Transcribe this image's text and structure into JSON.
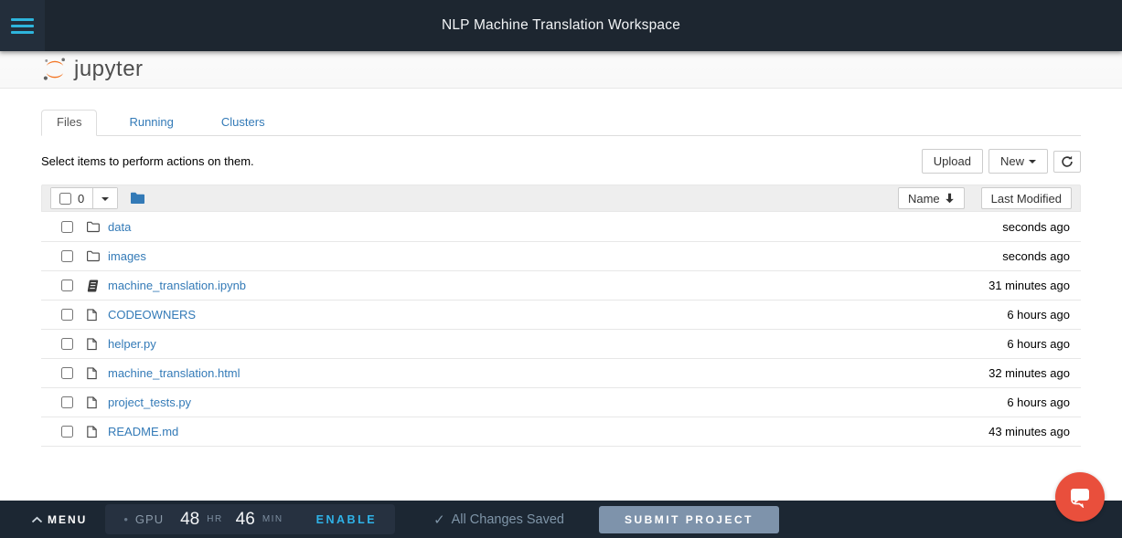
{
  "topbar": {
    "title": "NLP Machine Translation Workspace"
  },
  "brand": {
    "wordmark": "jupyter"
  },
  "tabs": {
    "files": "Files",
    "running": "Running",
    "clusters": "Clusters"
  },
  "toolbar": {
    "hint": "Select items to perform actions on them.",
    "upload_label": "Upload",
    "new_label": "New"
  },
  "list_header": {
    "selected_count": "0",
    "sort_name_label": "Name",
    "last_modified_label": "Last Modified"
  },
  "files": [
    {
      "name": "data",
      "type": "folder",
      "modified": "seconds ago"
    },
    {
      "name": "images",
      "type": "folder",
      "modified": "seconds ago"
    },
    {
      "name": "machine_translation.ipynb",
      "type": "notebook",
      "modified": "31 minutes ago"
    },
    {
      "name": "CODEOWNERS",
      "type": "file",
      "modified": "6 hours ago"
    },
    {
      "name": "helper.py",
      "type": "file",
      "modified": "6 hours ago"
    },
    {
      "name": "machine_translation.html",
      "type": "file",
      "modified": "32 minutes ago"
    },
    {
      "name": "project_tests.py",
      "type": "file",
      "modified": "6 hours ago"
    },
    {
      "name": "README.md",
      "type": "file",
      "modified": "43 minutes ago"
    }
  ],
  "footer": {
    "menu_label": "MENU",
    "gpu_bullet": "•",
    "gpu_label": "GPU",
    "hours": "48",
    "hours_unit": "HR",
    "minutes": "46",
    "minutes_unit": "MIN",
    "enable_label": "ENABLE",
    "saved_check": "✓",
    "saved_label": "All Changes Saved",
    "submit_label": "SUBMIT PROJECT"
  },
  "colors": {
    "topbar_bg": "#1d2630",
    "accent_cyan": "#2eb5dc",
    "link_blue": "#337ab7",
    "footer_bg": "#1c2733",
    "submit_bg": "#7e93ab",
    "chat_red": "#e94f3c",
    "header_row_bg": "#eeeeee"
  }
}
